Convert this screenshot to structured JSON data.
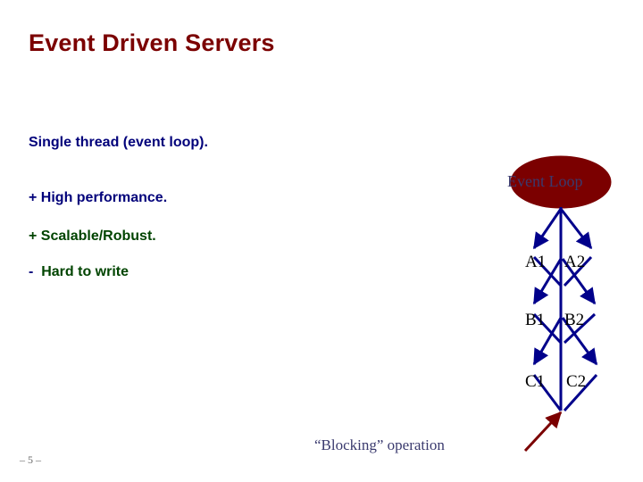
{
  "slide": {
    "title": "Event Driven Servers",
    "slide_number": "– 5 –",
    "bullets": [
      {
        "text": "Single thread (event loop).",
        "color": "#00007a"
      },
      {
        "text": "+ High performance.",
        "color": "#00007a"
      },
      {
        "text": "+ Scalable/Robust.",
        "color": "#004400"
      },
      {
        "dash": "-",
        "text": "Hard to write",
        "color": "#004400"
      }
    ],
    "blocking_label": "“Blocking” operation"
  },
  "diagram": {
    "event_loop_label": "Event Loop",
    "ellipse_color": "#7b0000",
    "arrow_color": "#00008b",
    "blocking_arrow_color": "#7b0000",
    "nodes": [
      {
        "id": "a1",
        "label": "A1"
      },
      {
        "id": "a2",
        "label": "A2"
      },
      {
        "id": "b1",
        "label": "B1"
      },
      {
        "id": "b2",
        "label": "B2"
      },
      {
        "id": "c1",
        "label": "C1"
      },
      {
        "id": "c2",
        "label": "C2"
      }
    ]
  }
}
